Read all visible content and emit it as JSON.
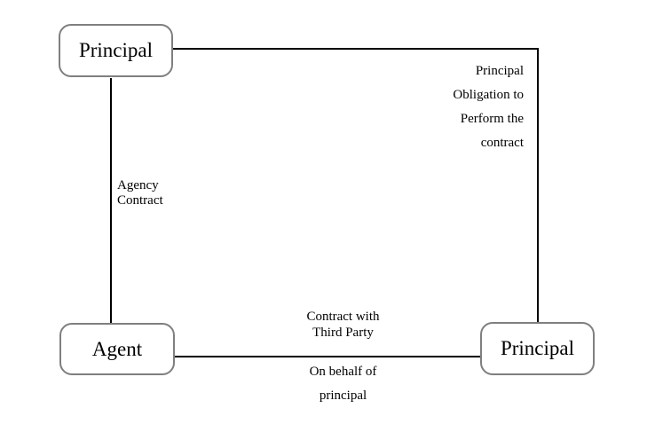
{
  "diagram": {
    "colors": {
      "background": "#ffffff",
      "box_border": "#7f7f7f",
      "connector_line": "#000000",
      "text": "#000000"
    },
    "nodes": [
      {
        "id": "principal-top",
        "label": "Principal"
      },
      {
        "id": "agent",
        "label": "Agent"
      },
      {
        "id": "principal-bottom-right",
        "label": "Principal"
      }
    ],
    "labels": {
      "agency_contract": {
        "lines": [
          "Agency",
          "Contract"
        ]
      },
      "principal_obligation": {
        "lines": [
          "Principal",
          "Obligation to",
          "Perform the",
          "contract"
        ]
      },
      "contract_third_party": {
        "lines": [
          "Contract with",
          "Third Party"
        ]
      },
      "on_behalf": {
        "lines": [
          "On behalf of",
          "principal"
        ]
      }
    },
    "edges": [
      {
        "from": "principal-top",
        "to": "agent",
        "label": "Agency Contract"
      },
      {
        "from": "principal-top",
        "to": "principal-bottom-right",
        "label": "Principal Obligation to Perform the contract"
      },
      {
        "from": "agent",
        "to": "principal-bottom-right",
        "label": "Contract with Third Party On behalf of principal"
      }
    ]
  }
}
